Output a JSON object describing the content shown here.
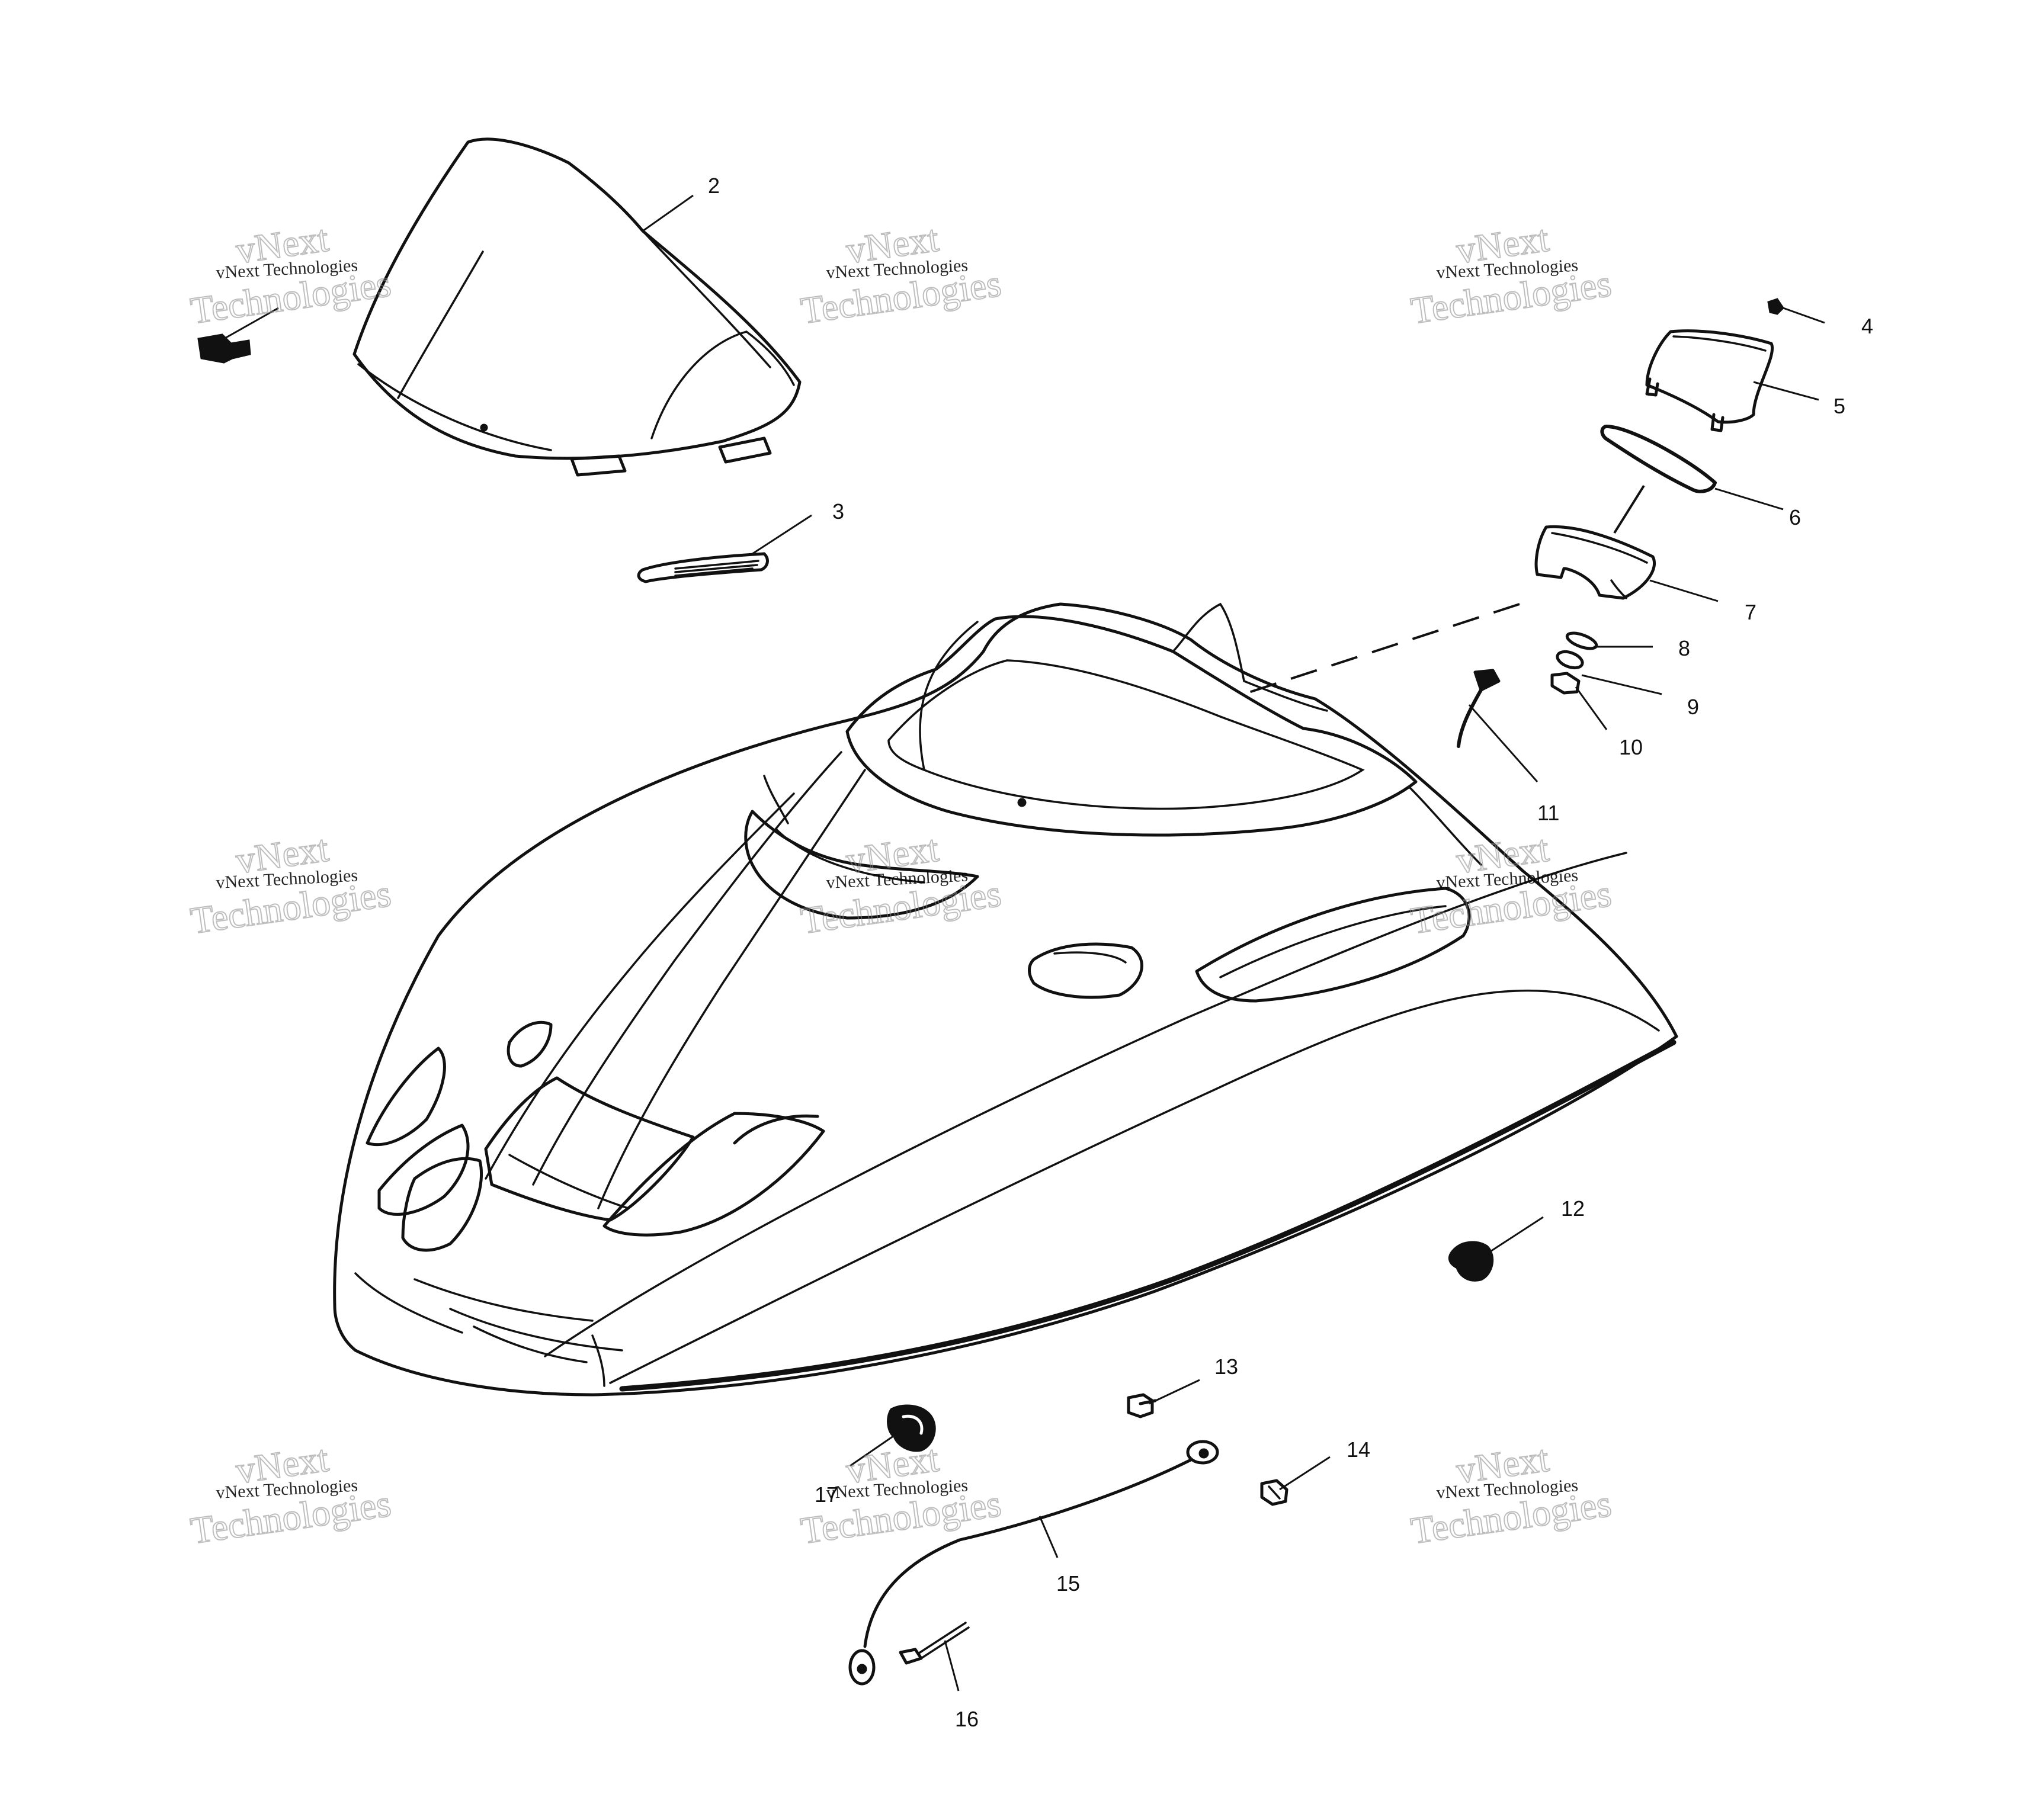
{
  "callouts": [
    "2",
    "3",
    "4",
    "5",
    "6",
    "7",
    "8",
    "9",
    "10",
    "11",
    "12",
    "13",
    "14",
    "15",
    "16",
    "17"
  ],
  "watermark": {
    "small": "vNext Technologies",
    "big_top": "vNext",
    "big_bottom": "Technologies"
  }
}
